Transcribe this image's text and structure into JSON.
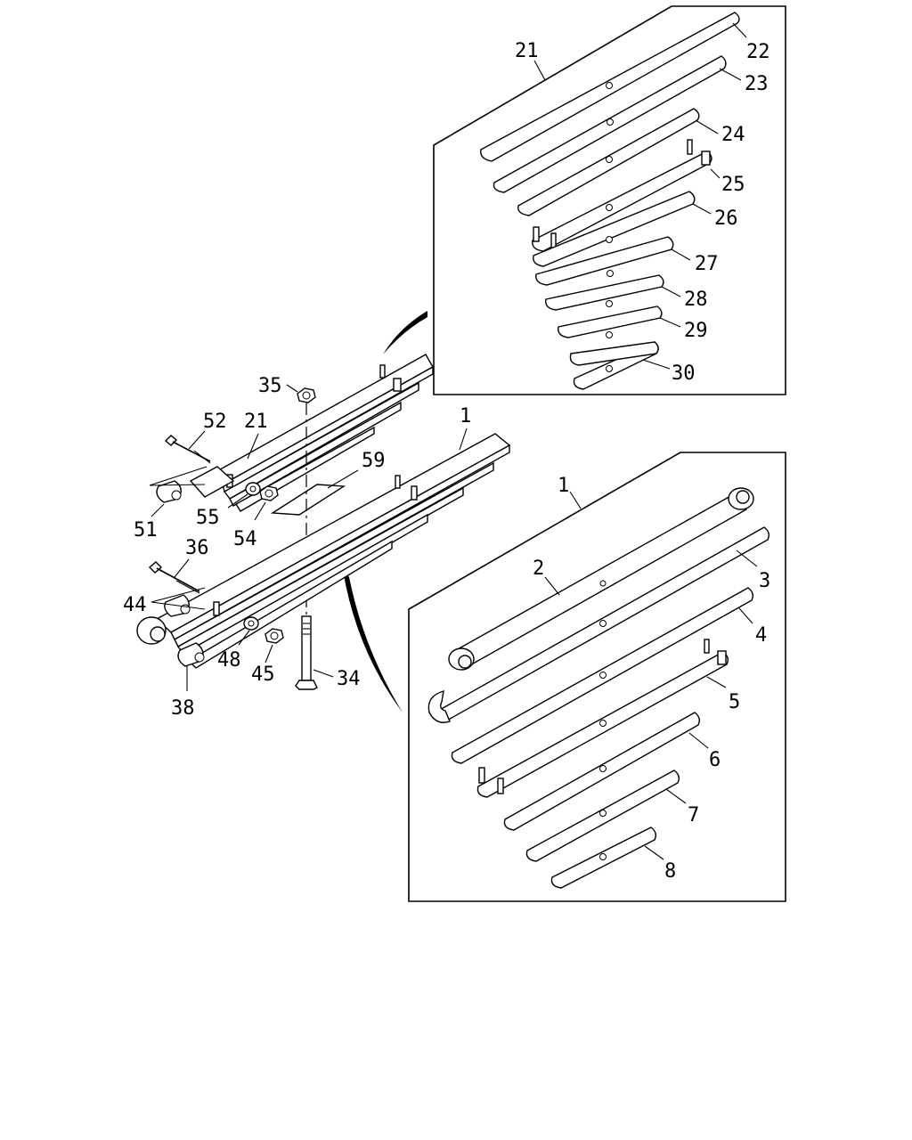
{
  "diagram": {
    "upper_inset": {
      "assembly_callout": "21",
      "leaves": [
        "22",
        "23",
        "24",
        "25",
        "26",
        "27",
        "28",
        "29",
        "30"
      ]
    },
    "lower_inset": {
      "assembly_callout": "1",
      "leaves": [
        "2",
        "3",
        "4",
        "5",
        "6",
        "7",
        "8"
      ]
    },
    "main_callouts": {
      "nut_top": "35",
      "bolt_upper": "52",
      "spring_upper": "21",
      "spring_lower": "1",
      "pad": "59",
      "bushing_upper": "51",
      "washer_upper": "55",
      "nut_upper": "54",
      "bolt_lower": "36",
      "pin_lower": "44",
      "washer_lower": "48",
      "nut_lower": "45",
      "center_bolt": "34",
      "bushing_lower": "38"
    }
  }
}
